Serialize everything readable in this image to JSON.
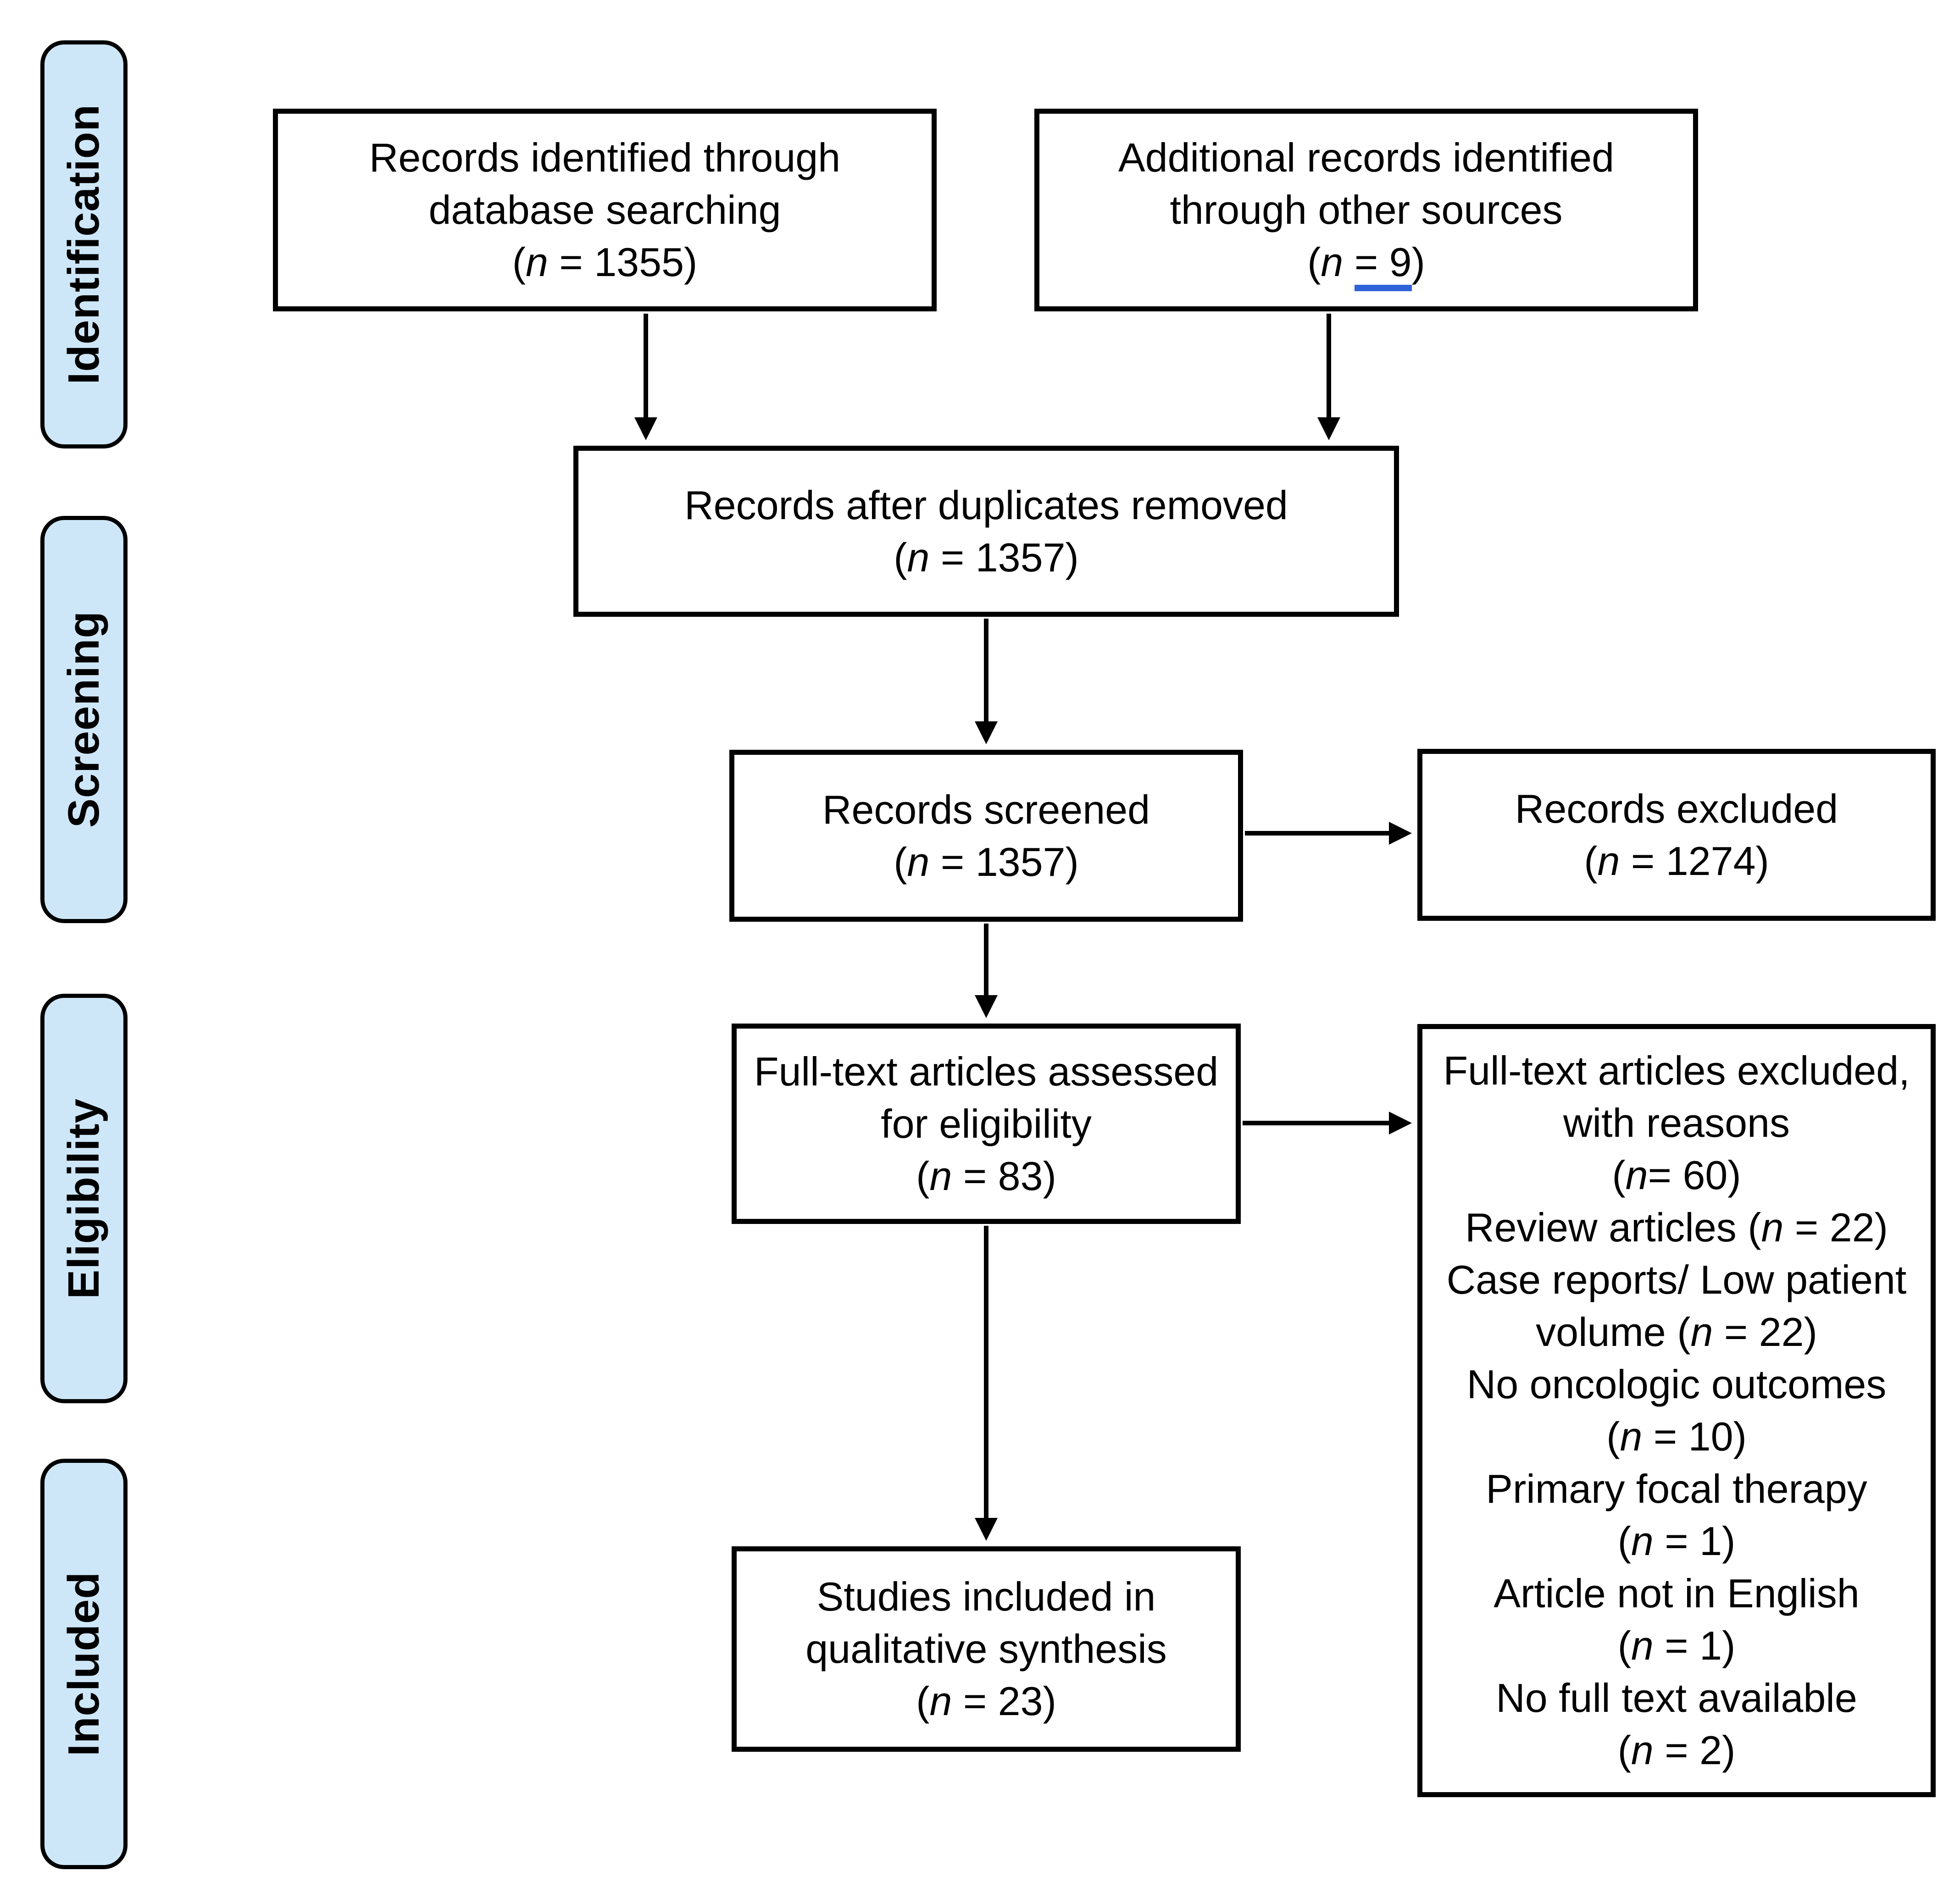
{
  "diagram": {
    "kind": "PRISMA flow diagram",
    "background": "#ffffff"
  },
  "colors": {
    "text": "#000000",
    "box_border": "#000000",
    "stage_fill": "#cee7f8",
    "arrow": "#000000",
    "underline_blue": "#2e63d8"
  },
  "stages": [
    {
      "label": "Identification"
    },
    {
      "label": "Screening"
    },
    {
      "label": "Eligibility"
    },
    {
      "label": "Included"
    }
  ],
  "boxes": {
    "records_identified": {
      "lines": [
        "Records identified through",
        "database searching",
        "(n = 1355)"
      ]
    },
    "additional_records": {
      "lines": [
        "Additional records identified",
        "through other sources",
        "(n = 9)"
      ],
      "underline": "= 9"
    },
    "duplicates_removed": {
      "lines": [
        "Records after duplicates removed",
        "(n = 1357)"
      ]
    },
    "records_screened": {
      "lines": [
        "Records screened",
        "(n = 1357)"
      ]
    },
    "records_excluded": {
      "lines": [
        "Records excluded",
        "(n = 1274)"
      ]
    },
    "fulltext_assessed": {
      "lines": [
        "Full-text articles assessed",
        "for eligibility",
        "(n = 83)"
      ]
    },
    "fulltext_excluded": {
      "lines": [
        "Full-text articles excluded,",
        "with reasons",
        "(n= 60)",
        "Review articles (n = 22)",
        "Case reports/ Low patient",
        "volume (n = 22)",
        "No oncologic outcomes",
        "(n = 10)",
        "Primary focal therapy",
        "(n = 1)",
        "Article not in English",
        "(n = 1)",
        "No full text available",
        "(n = 2)"
      ]
    },
    "studies_included": {
      "lines": [
        "Studies included in",
        "qualitative synthesis",
        "(n = 23)"
      ]
    }
  }
}
